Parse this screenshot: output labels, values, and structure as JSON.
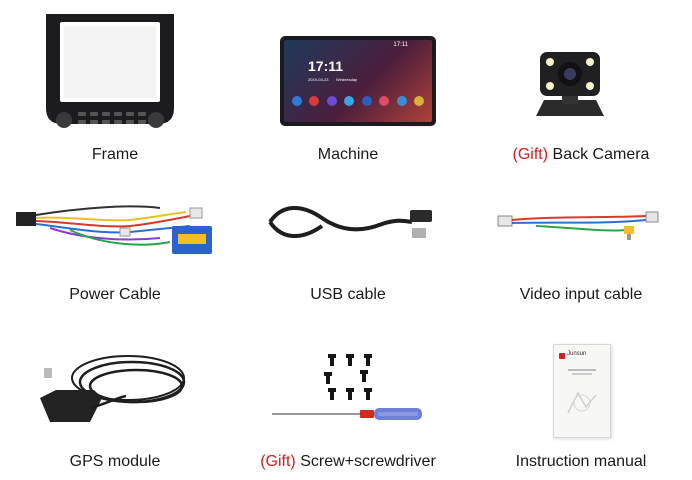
{
  "gift_color": "#d0201c",
  "items": [
    {
      "gift": "",
      "label": "Frame"
    },
    {
      "gift": "",
      "label": "Machine"
    },
    {
      "gift": "(Gift)",
      "label": " Back Camera"
    },
    {
      "gift": "",
      "label": "Power Cable"
    },
    {
      "gift": "",
      "label": "USB cable"
    },
    {
      "gift": "",
      "label": "Video input cable"
    },
    {
      "gift": "",
      "label": "GPS module"
    },
    {
      "gift": "(Gift)",
      "label": " Screw+screwdriver"
    },
    {
      "gift": "",
      "label": "Instruction manual"
    }
  ],
  "screen": {
    "clock": "17:11",
    "status_time": "17:11",
    "date": "2019-03-23",
    "weekday": "Wednesday"
  },
  "manual": {
    "brand": "Junsun"
  }
}
